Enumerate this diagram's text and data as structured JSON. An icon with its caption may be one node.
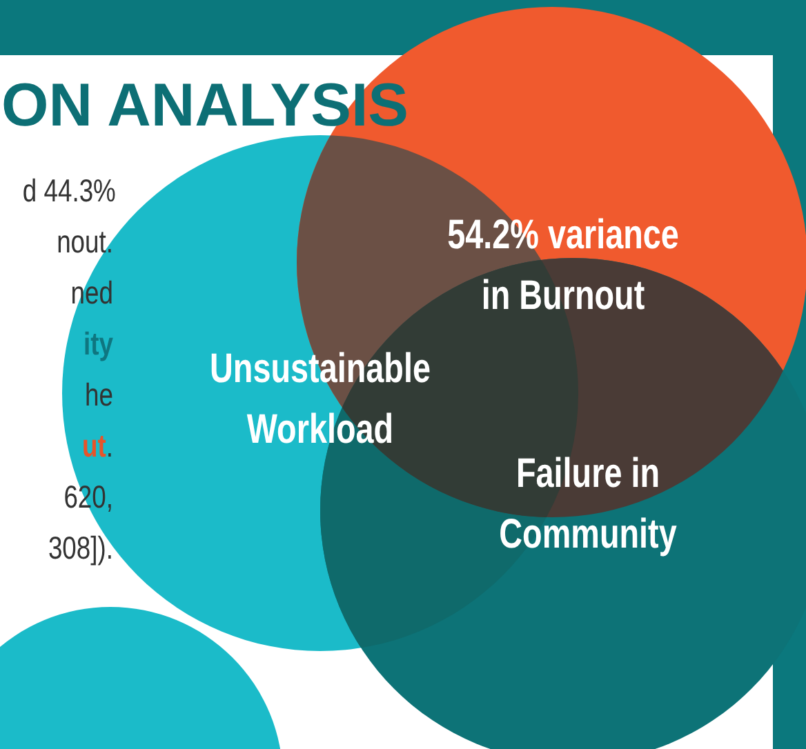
{
  "diagram": {
    "title": "ON ANALYSIS",
    "nodes": [
      {
        "text": [
          "Unsustainable Workload"
        ]
      },
      {
        "text": [
          "54.2% variance in Burnout"
        ]
      },
      {
        "text": [
          "Failure in Community"
        ]
      },
      {
        "text": [],
        "shape": "circle"
      }
    ],
    "labels": [
      "d 44.3%",
      "nout.",
      "ned",
      "**ity**",
      "he",
      "**ut**.",
      "620,",
      "308])."
    ]
  }
}
